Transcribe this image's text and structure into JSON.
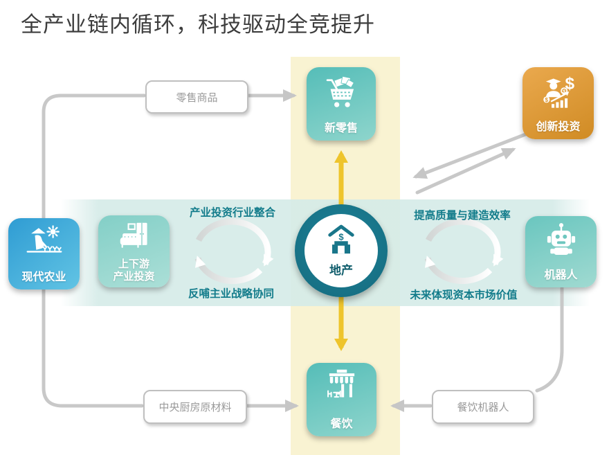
{
  "title": "全产业链内循环，科技驱动全竞提升",
  "nodes": {
    "new_retail": {
      "label": "新零售",
      "icon": "shopping-cart-icon"
    },
    "real_estate": {
      "label": "地产",
      "icon": "building-dollar-icon"
    },
    "dining": {
      "label": "餐饮",
      "icon": "storefront-icon"
    },
    "modern_agriculture": {
      "label": "现代农业",
      "icon": "farmer-icon"
    },
    "updown_investment": {
      "label_line1": "上下游",
      "label_line2": "产业投资",
      "icon": "furniture-icon"
    },
    "robot": {
      "label": "机器人",
      "icon": "robot-icon"
    },
    "innovation_investment": {
      "label": "创新投资",
      "icon": "investor-chart-icon"
    }
  },
  "flow_labels": {
    "retail_goods": "零售商品",
    "central_kitchen_materials": "中央厨房原材料",
    "dining_robot": "餐饮机器人"
  },
  "cycle_labels": {
    "left_top": "产业投资行业整合",
    "left_bottom": "反哺主业战略协同",
    "right_top": "提高质量与建造效率",
    "right_bottom": "未来体现资本市场价值"
  },
  "colors": {
    "teal_node": "#5ec1ba",
    "teal_node_light": "#8fd4cb",
    "blue_node": "#369fd4",
    "orange_node": "#e09a3a",
    "center_circle": "#19768a",
    "yellow_band": "#f9f2d0",
    "teal_band": "#d5ebe8",
    "yellow_arrow": "#eec42c",
    "gray_line": "#c8c8c8",
    "cycle_text": "#137c8b",
    "flow_label_text": "#9a9a9a"
  }
}
